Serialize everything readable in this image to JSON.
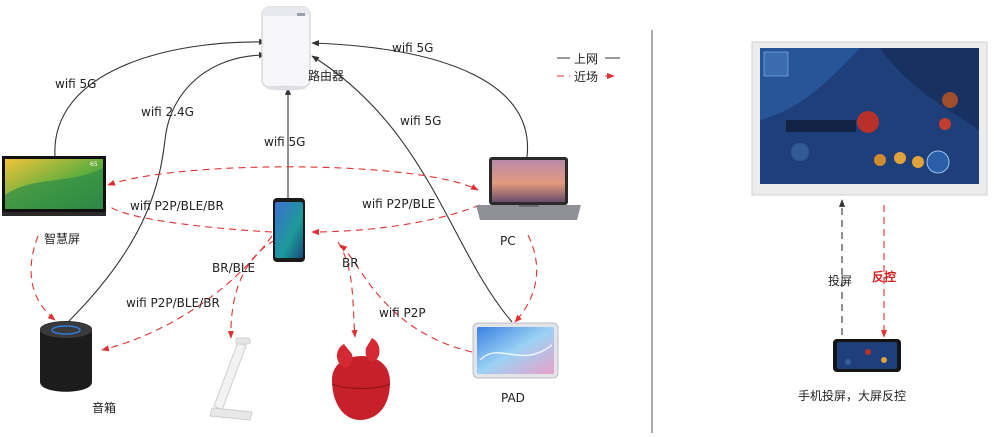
{
  "devices": {
    "router": "路由器",
    "smart_screen": "智慧屏",
    "speaker": "音箱",
    "pc": "PC",
    "pad": "PAD"
  },
  "links": {
    "tv_router": "wifi 5G",
    "speaker_router": "wifi 2.4G",
    "phone_router": "wifi 5G",
    "pc_router": "wifi 5G",
    "pad_router": "wifi 5G",
    "phone_tv": "wifi P2P/BLE/BR",
    "phone_pc": "wifi P2P/BLE",
    "phone_lamp": "BR/BLE",
    "phone_speaker": "wifi P2P/BLE/BR",
    "phone_earbuds": "BR",
    "pad_phone": "wifi P2P"
  },
  "legend": {
    "internet": "上网",
    "nearfield": "近场"
  },
  "right_panel": {
    "cast_label": "投屏",
    "control_label": "反控",
    "caption": "手机投屏，大屏反控"
  },
  "colors": {
    "arrow_red": "#e03030",
    "line_dark": "#333333",
    "earbuds_red": "#c8202a",
    "screen_blue": "#1f3f7a"
  }
}
